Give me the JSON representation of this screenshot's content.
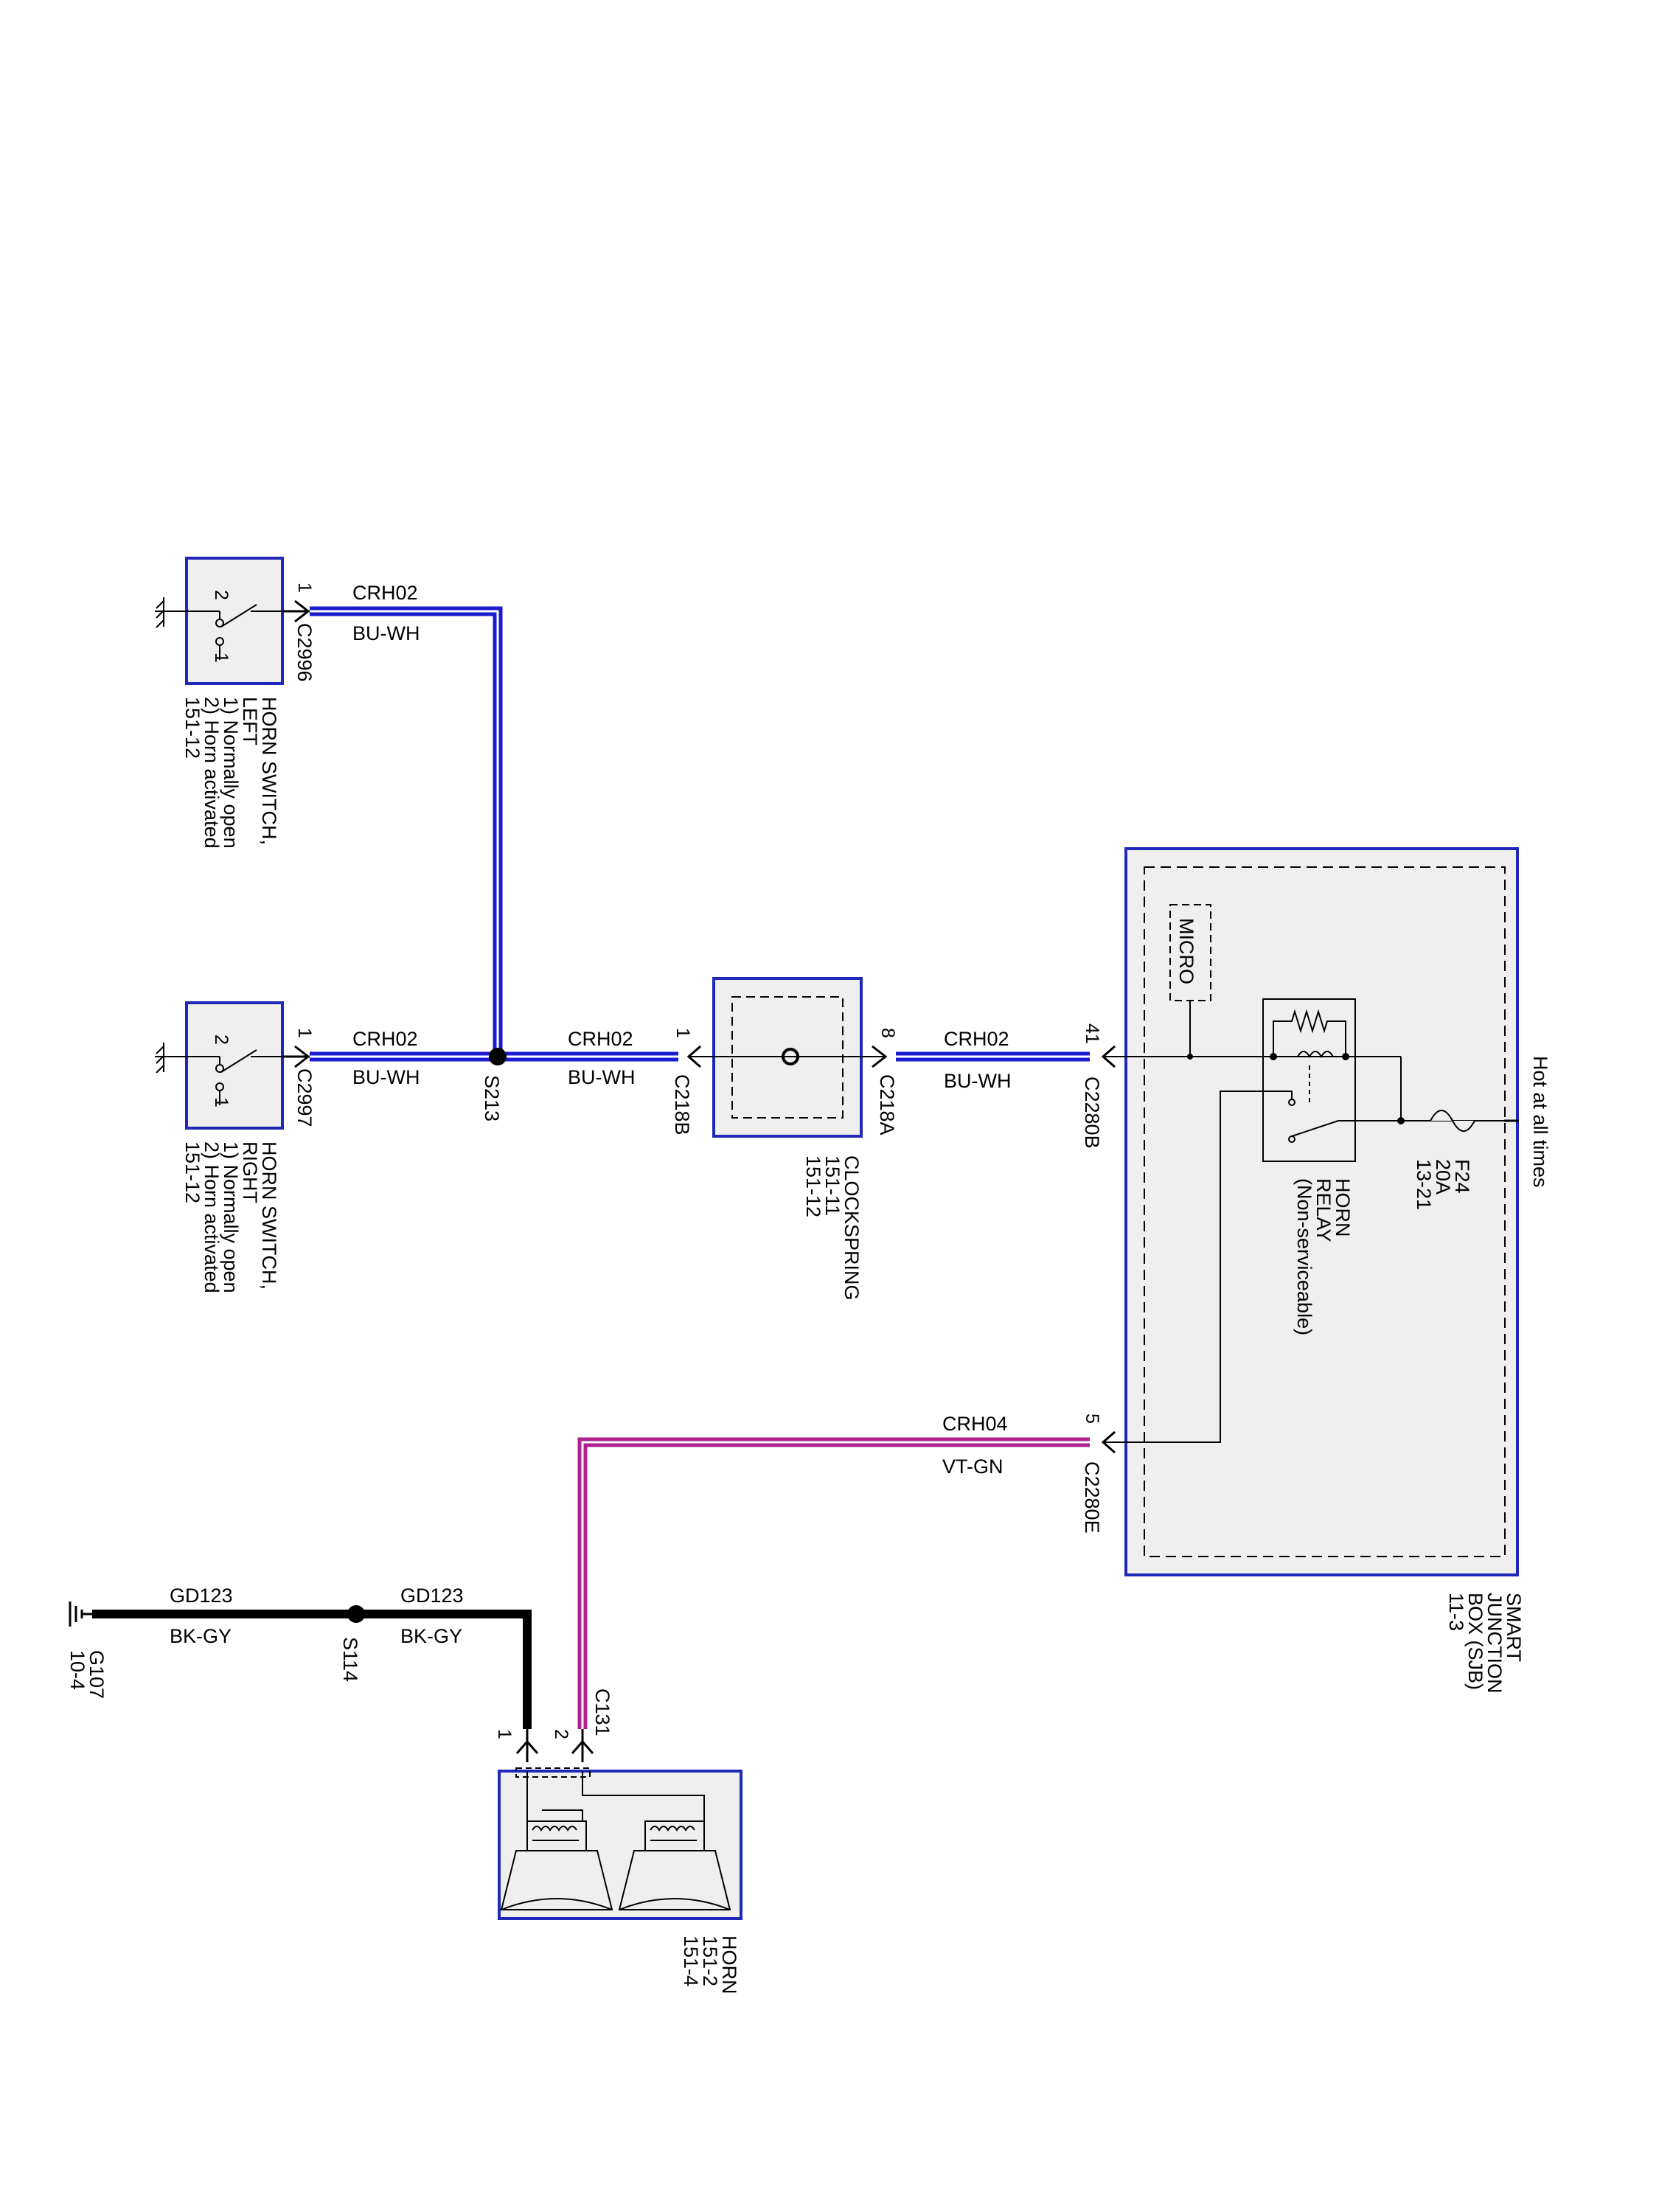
{
  "colors": {
    "blue_wire": "#1a1ad0",
    "violet_wire": "#b0208f",
    "ground_wire": "#000000",
    "component_border": "#1f28b8",
    "component_fill": "#efefef"
  },
  "horn_switch_left": {
    "title1": "HORN SWITCH,",
    "title2": "LEFT",
    "note1": "1) Normally open",
    "note2": "2) Horn activated",
    "ref": "151-12",
    "connector": "C2996",
    "pin_out": "1",
    "pos1": "1",
    "pos2": "2"
  },
  "horn_switch_right": {
    "title1": "HORN SWITCH,",
    "title2": "RIGHT",
    "note1": "1) Normally open",
    "note2": "2) Horn activated",
    "ref": "151-12",
    "connector": "C2997",
    "pin_out": "1",
    "pos1": "1",
    "pos2": "2"
  },
  "wires": {
    "left_circuit": "CRH02",
    "left_color": "BU-WH",
    "right_circuit": "CRH02",
    "right_color": "BU-WH",
    "mid_circuit": "CRH02",
    "mid_color": "BU-WH",
    "sjb_circuit": "CRH02",
    "sjb_color": "BU-WH",
    "horn_circuit": "CRH04",
    "horn_color": "VT-GN",
    "gnd_left_circuit": "GD123",
    "gnd_left_color": "BK-GY",
    "gnd_right_circuit": "GD123",
    "gnd_right_color": "BK-GY"
  },
  "splices": {
    "s213": "S213",
    "s114": "S114"
  },
  "clockspring": {
    "title": "CLOCKSPRING",
    "ref1": "151-11",
    "ref2": "151-12",
    "conn_b": "C218B",
    "conn_a": "C218A",
    "pin_b": "1",
    "pin_a": "8"
  },
  "sjb": {
    "title1": "SMART",
    "title2": "JUNCTION",
    "title3": "BOX (SJB)",
    "ref": "11-3",
    "micro": "MICRO",
    "conn_b": "C2280B",
    "conn_e": "C2280E",
    "pin_b": "41",
    "pin_e": "5",
    "hot_label": "Hot at all times",
    "fuse_name": "F24",
    "fuse_rating": "20A",
    "fuse_ref": "13-21",
    "relay1": "HORN",
    "relay2": "RELAY",
    "relay3": "(Non-serviceable)"
  },
  "horn": {
    "title": "HORN",
    "ref1": "151-2",
    "ref2": "151-4",
    "connector": "C131",
    "pin1": "1",
    "pin2": "2"
  },
  "ground": {
    "name": "G107",
    "ref": "10-4"
  }
}
